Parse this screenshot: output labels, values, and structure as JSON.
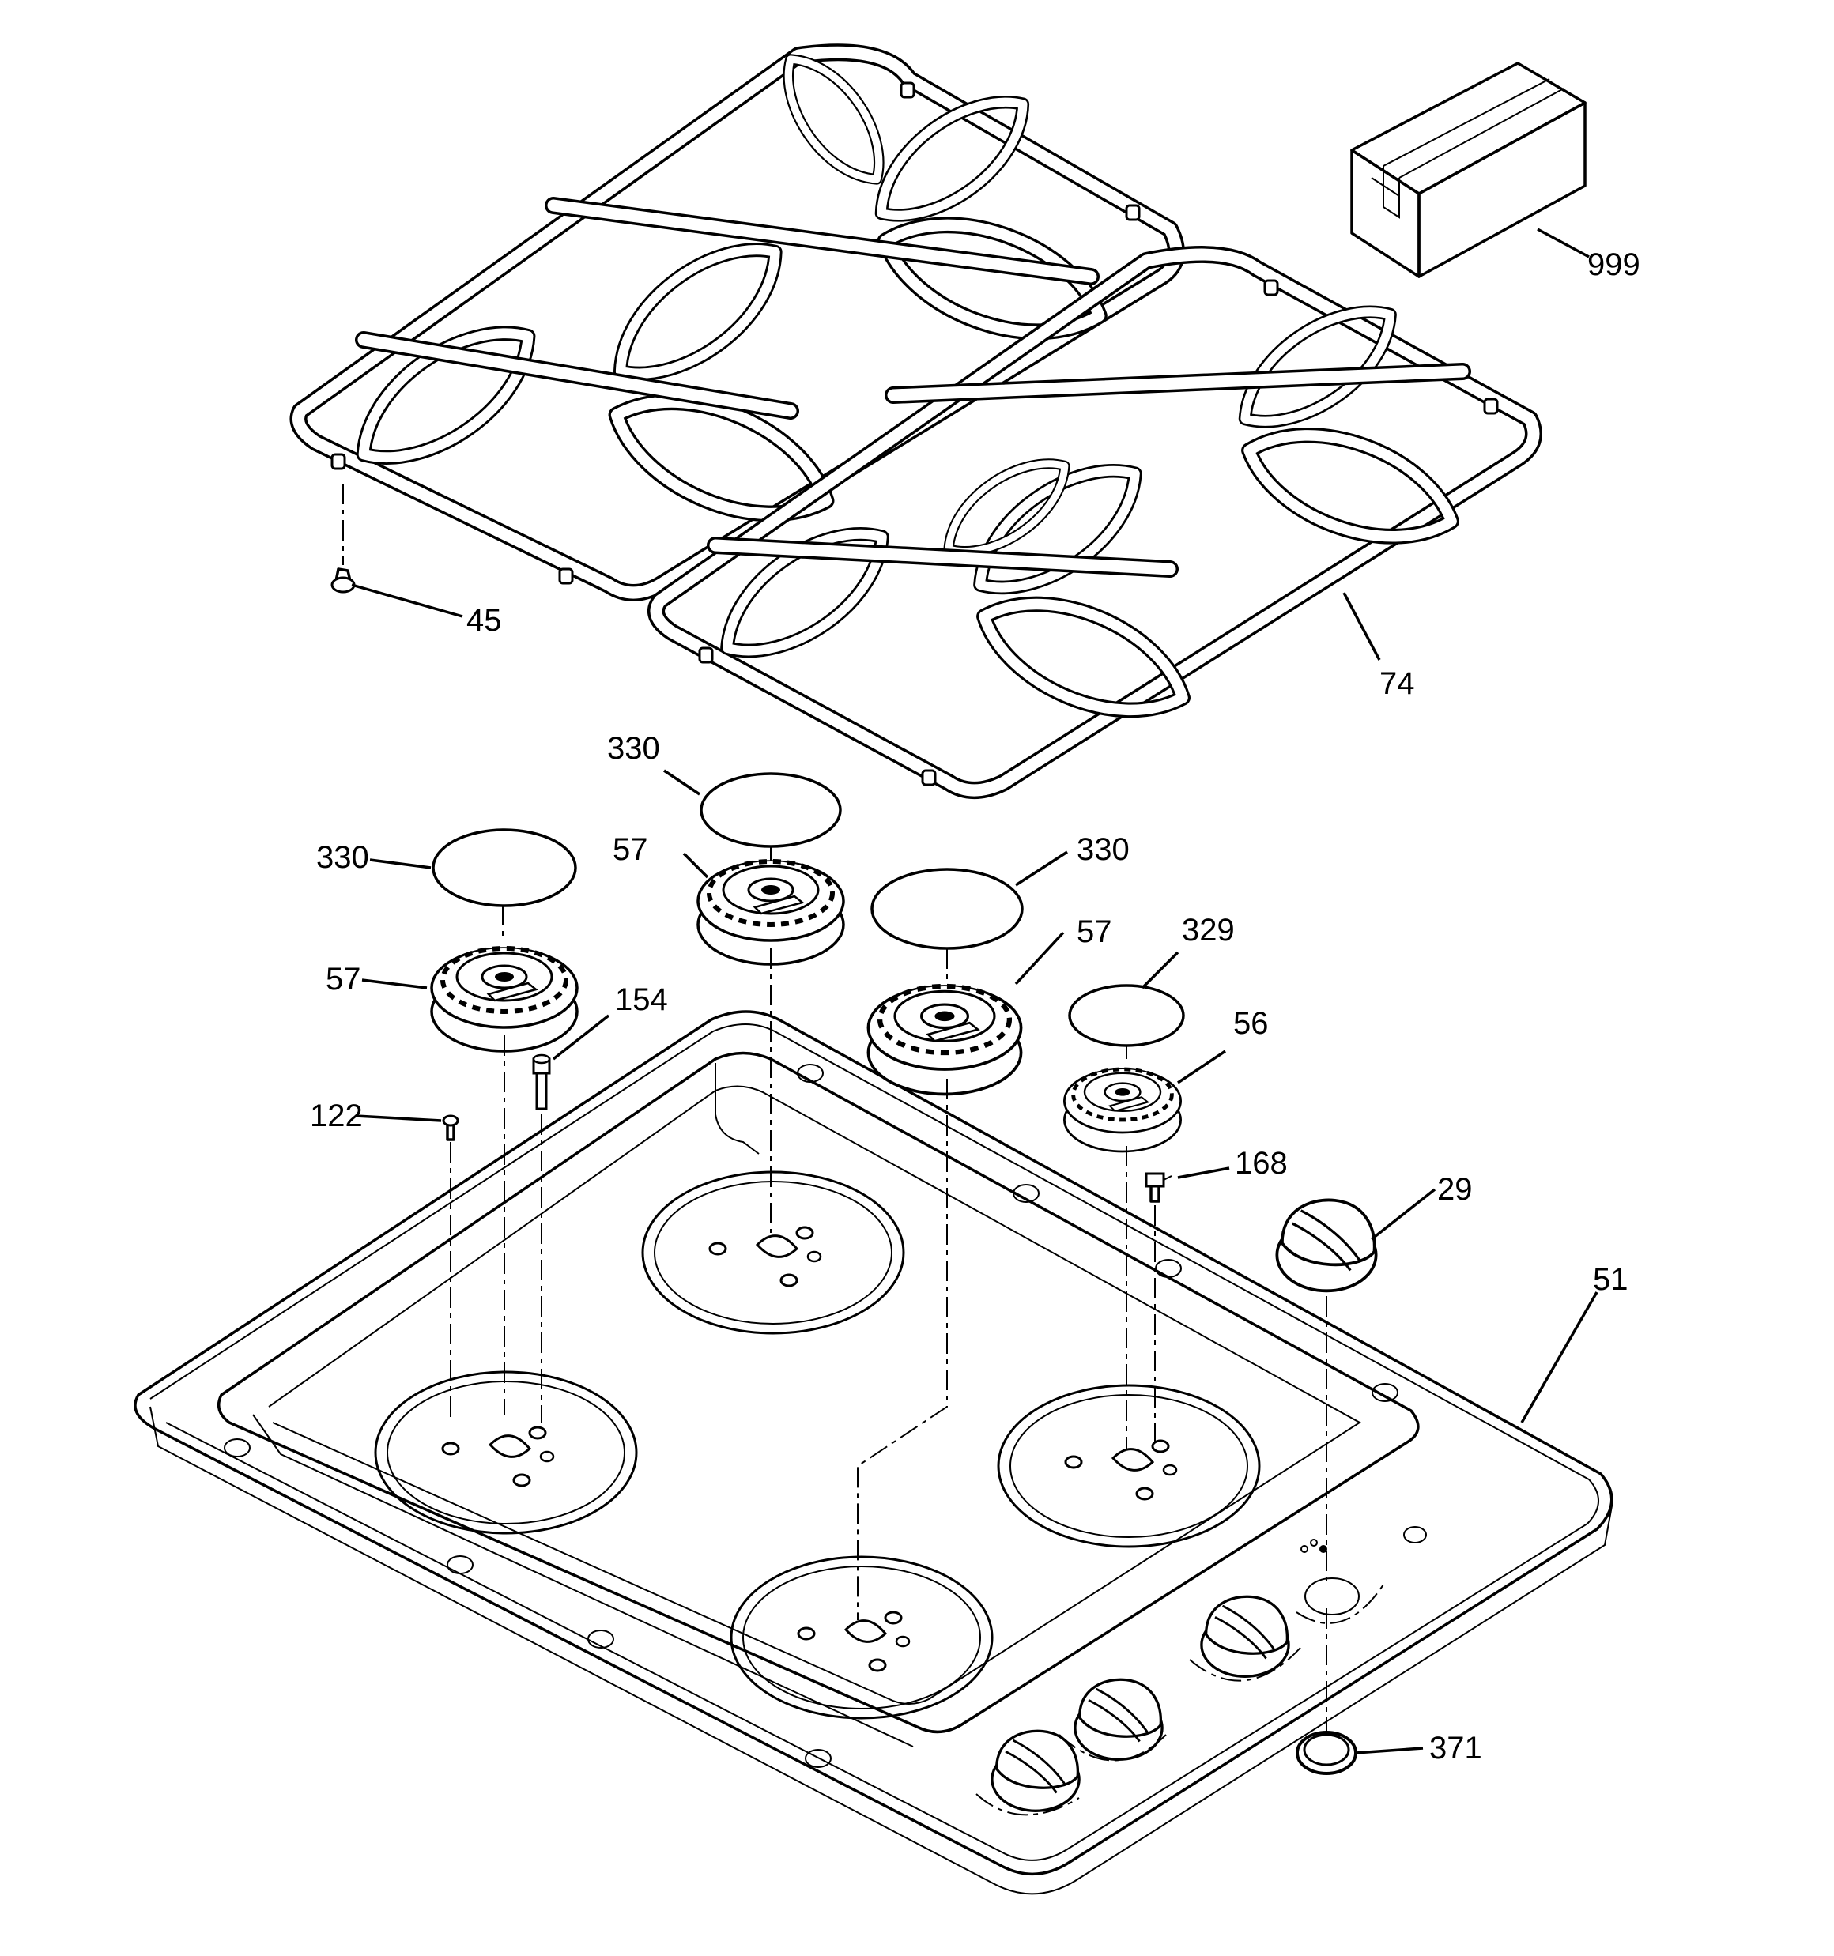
{
  "callouts": {
    "c999": "999",
    "c45": "45",
    "c74": "74",
    "c330a": "330",
    "c330b": "330",
    "c330c": "330",
    "c57a": "57",
    "c57b": "57",
    "c57c": "57",
    "c329": "329",
    "c56": "56",
    "c154": "154",
    "c122": "122",
    "c168": "168",
    "c29": "29",
    "c51": "51",
    "c371": "371"
  }
}
